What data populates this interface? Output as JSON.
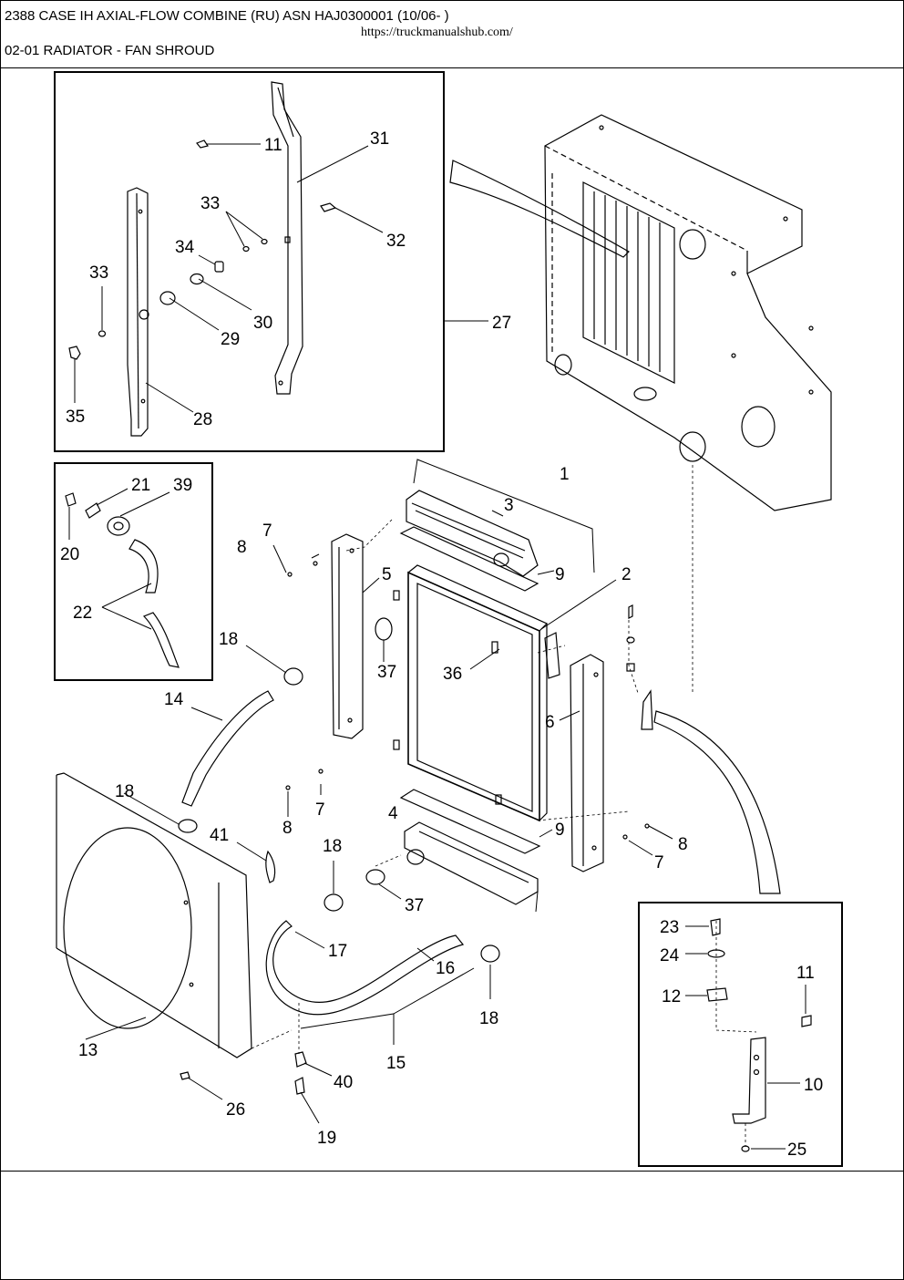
{
  "header": {
    "title": "2388 CASE IH AXIAL-FLOW COMBINE (RU) ASN HAJ0300001 (10/06- )",
    "url": "https://truckmanualshub.com/",
    "section": "02-01 RADIATOR - FAN  SHROUD"
  },
  "callouts": [
    "1",
    "2",
    "3",
    "4",
    "5",
    "6",
    "7",
    "7",
    "7",
    "8",
    "8",
    "8",
    "9",
    "9",
    "10",
    "11",
    "11",
    "12",
    "13",
    "14",
    "15",
    "16",
    "17",
    "18",
    "18",
    "18",
    "18",
    "19",
    "20",
    "21",
    "22",
    "23",
    "24",
    "25",
    "26",
    "27",
    "28",
    "29",
    "30",
    "31",
    "32",
    "33",
    "33",
    "34",
    "35",
    "36",
    "37",
    "37",
    "39",
    "40",
    "41"
  ]
}
